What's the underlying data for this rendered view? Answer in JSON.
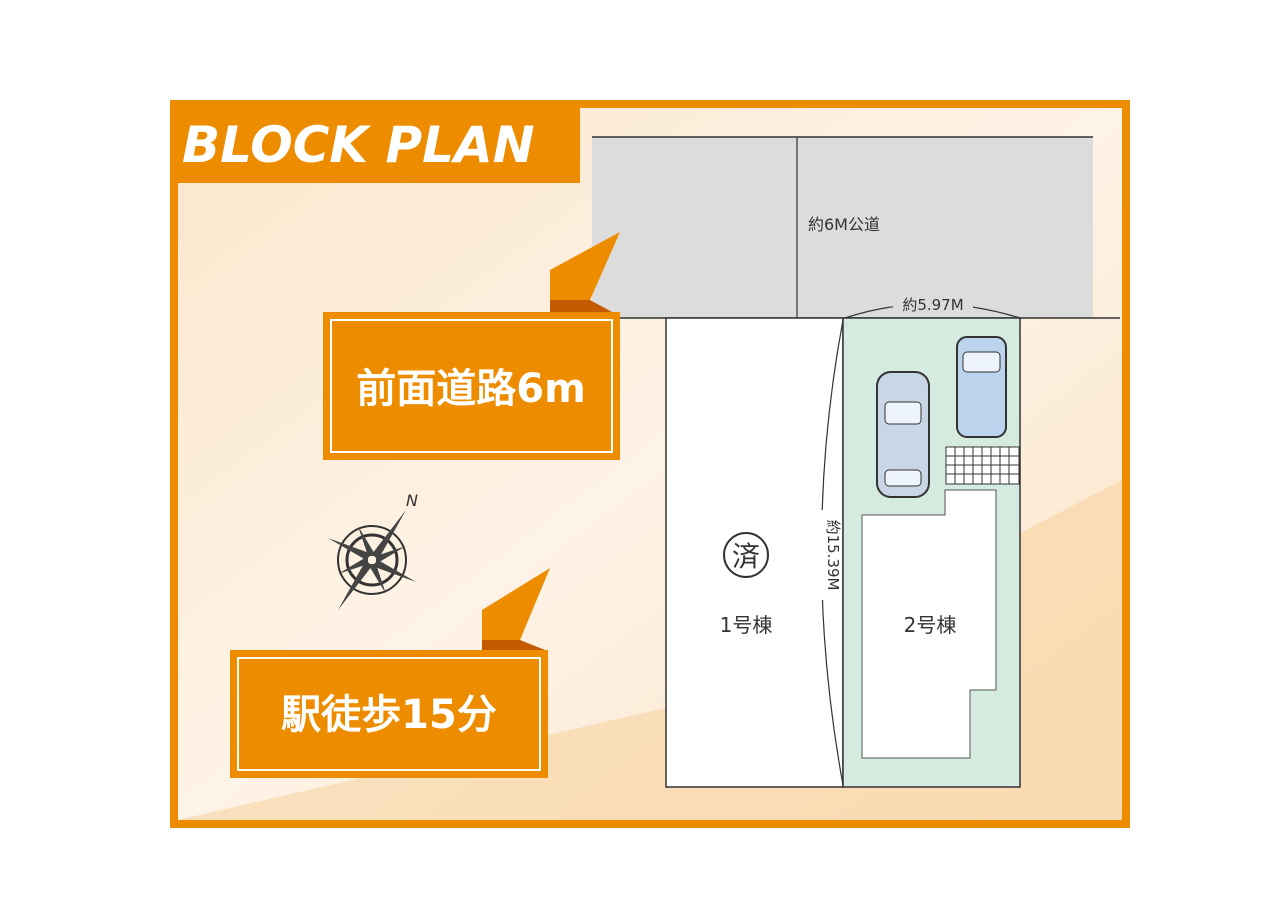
{
  "title": "BLOCK PLAN",
  "callouts": {
    "road_front": "前面道路6m",
    "station_walk": "駅徒歩15分"
  },
  "plan": {
    "road_label": "約6M公道",
    "frontage_label": "約5.97M",
    "depth_label": "約15.39M",
    "lot1_label": "1号棟",
    "lot1_sold_mark": "済",
    "lot2_label": "2号棟",
    "compass_label": "N"
  },
  "colors": {
    "accent": "#ee8c00",
    "lot2_fill": "#d6ebe0",
    "road_fill": "#dcdcdc"
  }
}
